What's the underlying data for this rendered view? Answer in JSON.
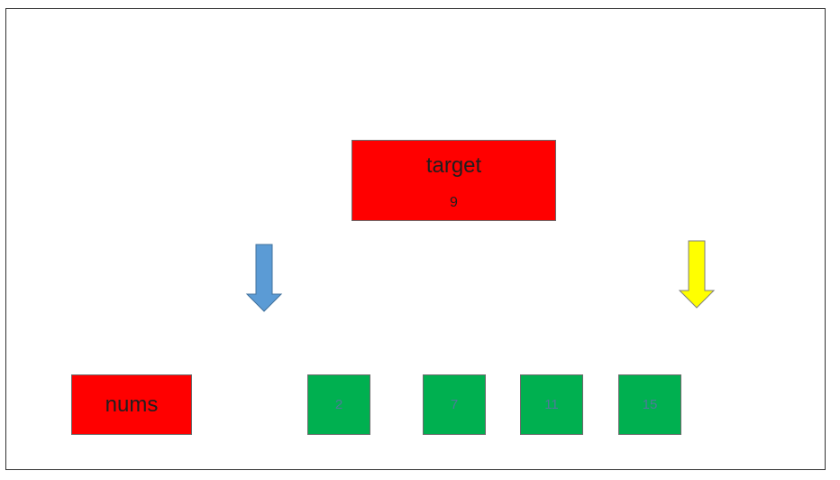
{
  "target": {
    "label": "target",
    "value": "9"
  },
  "nums": {
    "label": "nums",
    "values": [
      "2",
      "7",
      "11",
      "15"
    ]
  },
  "colors": {
    "target_fill": "#ff0000",
    "nums_fill": "#ff0000",
    "cell_fill": "#00b050",
    "left_arrow": "#5b9bd5",
    "right_arrow": "#ffff00"
  }
}
